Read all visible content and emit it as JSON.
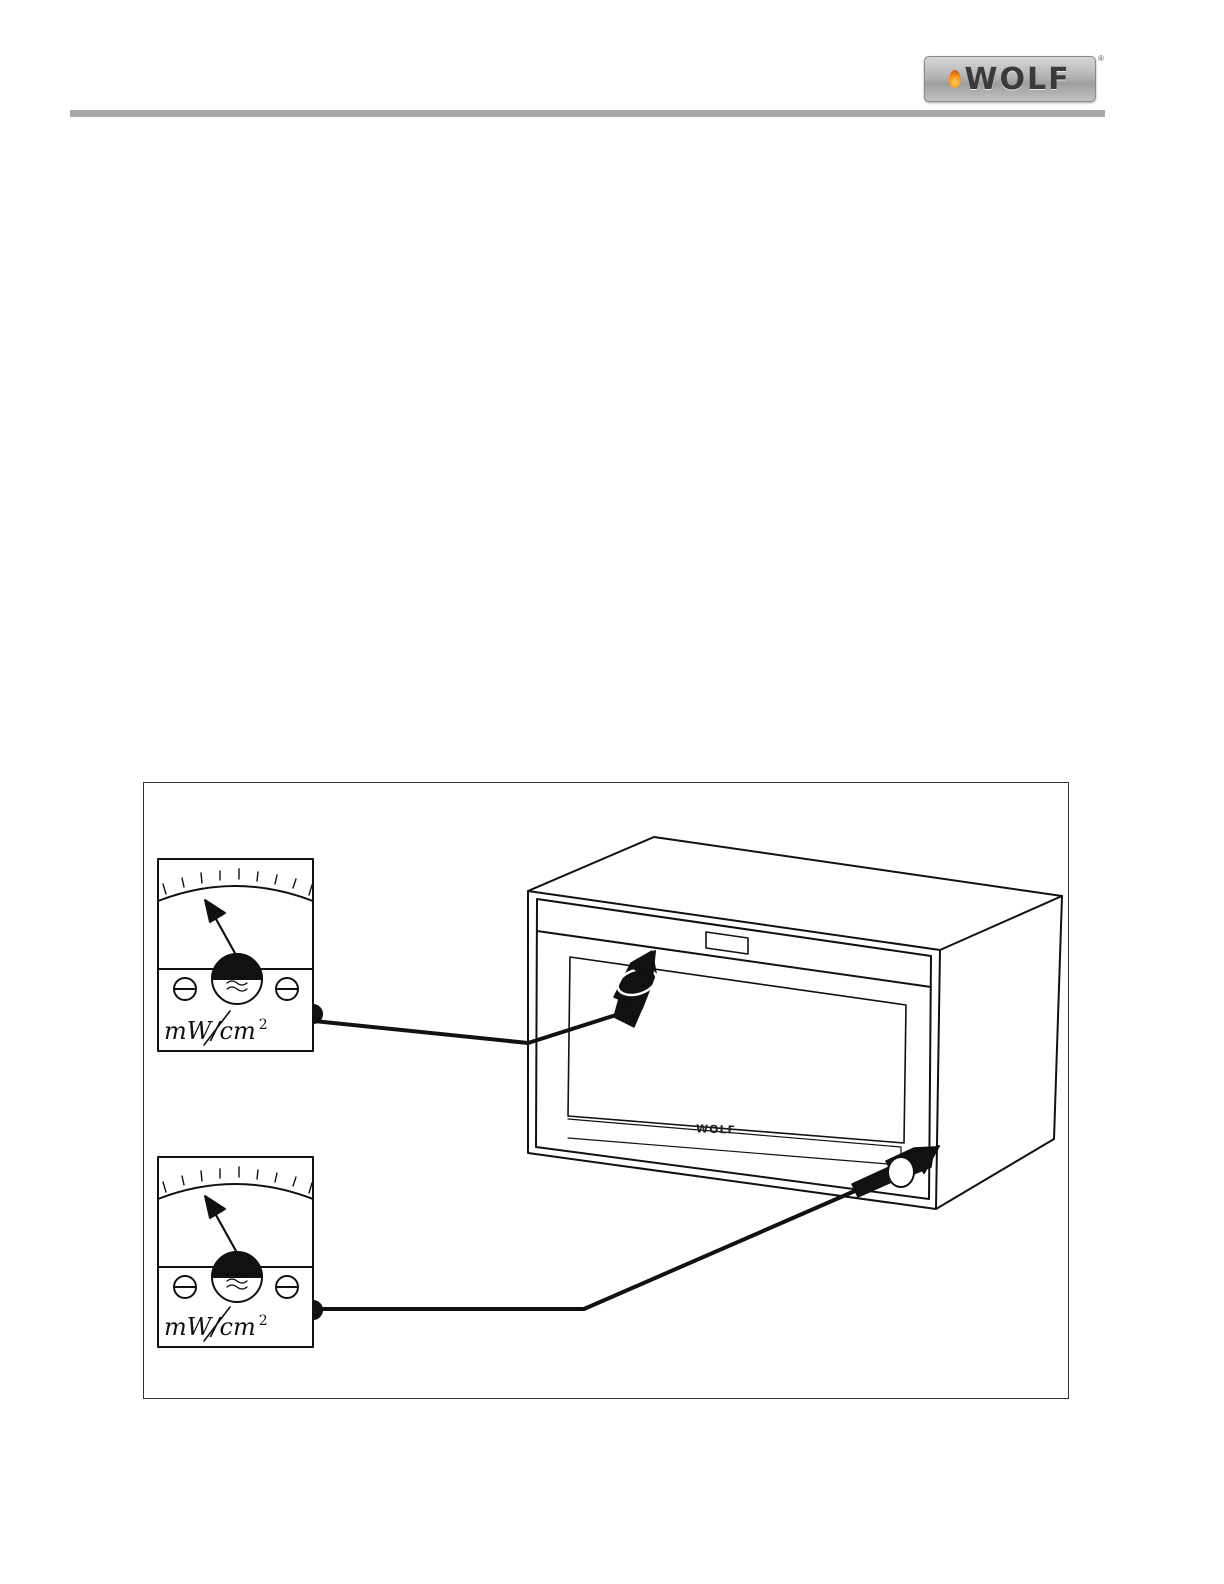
{
  "header": {
    "brand_name": "WOLF",
    "registered_mark": "®"
  },
  "figure": {
    "meters": [
      {
        "unit_main": "mW/cm",
        "unit_exponent": "2"
      },
      {
        "unit_main": "mW/cm",
        "unit_exponent": "2"
      }
    ],
    "oven_brand": "WOLF"
  },
  "colors": {
    "rule": "#a8a8a8",
    "line_art": "#111111"
  }
}
